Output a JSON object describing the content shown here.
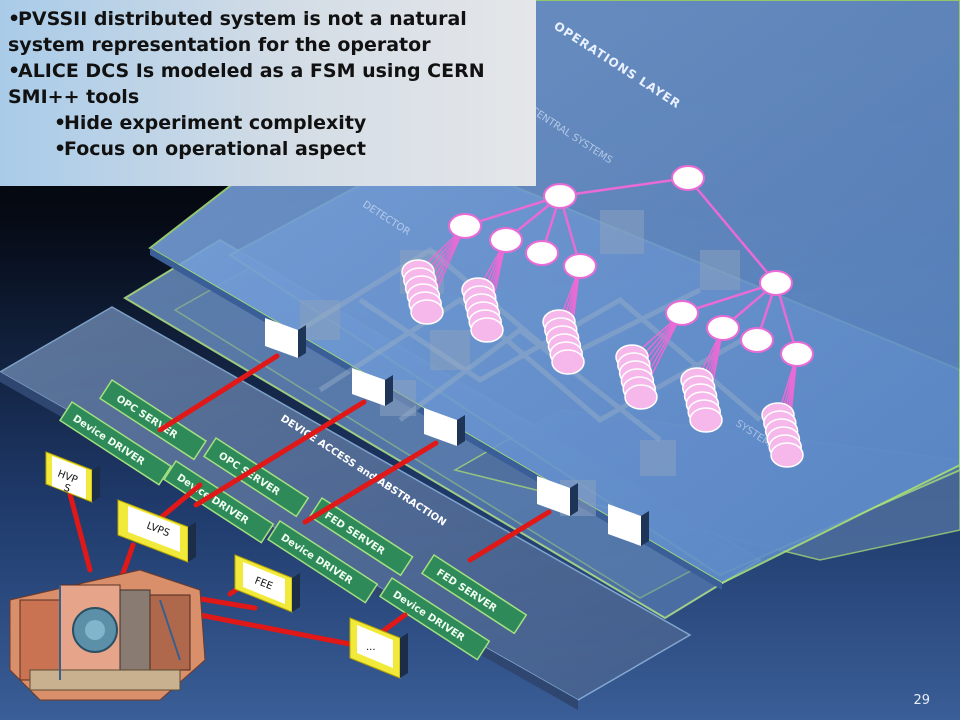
{
  "slide": {
    "bullets": [
      {
        "level": 1,
        "lines": [
          "PVSSII distributed system is not a natural",
          "system representation for the operator"
        ]
      },
      {
        "level": 1,
        "lines": [
          "ALICE DCS Is modeled as a  FSM  using CERN",
          "SMI++ tools"
        ]
      },
      {
        "level": 2,
        "lines": [
          "Hide experiment complexity"
        ]
      },
      {
        "level": 2,
        "lines": [
          "Focus on operational aspect"
        ]
      }
    ],
    "page_number": "29"
  },
  "layers": {
    "operations": "OPERATIONS   LAYER",
    "central": "CENTRAL  SYSTEMS",
    "detector": "DETECTOR",
    "system": "SYSTEM",
    "device_access": "DEVICE    ACCESS      and     ABSTRACTION"
  },
  "modules": {
    "opc_server": "OPC SERVER",
    "device_driver": "Device DRIVER",
    "fed_server": "FED SERVER"
  },
  "hardware": {
    "hvps_line1": "HVP",
    "hvps_line2": "S",
    "lvps": "LVPS",
    "fee": "FEE",
    "more": "..."
  },
  "colors": {
    "layer_blue": "#6f9ad6",
    "layer_edge": "#9ae06a",
    "fsm_line": "#e86bd6",
    "fsm_stack": "#f6b7ea",
    "red_link": "#e01818",
    "module_green": "#2f8a5a",
    "hardware_yellow": "#f2ea3a"
  }
}
